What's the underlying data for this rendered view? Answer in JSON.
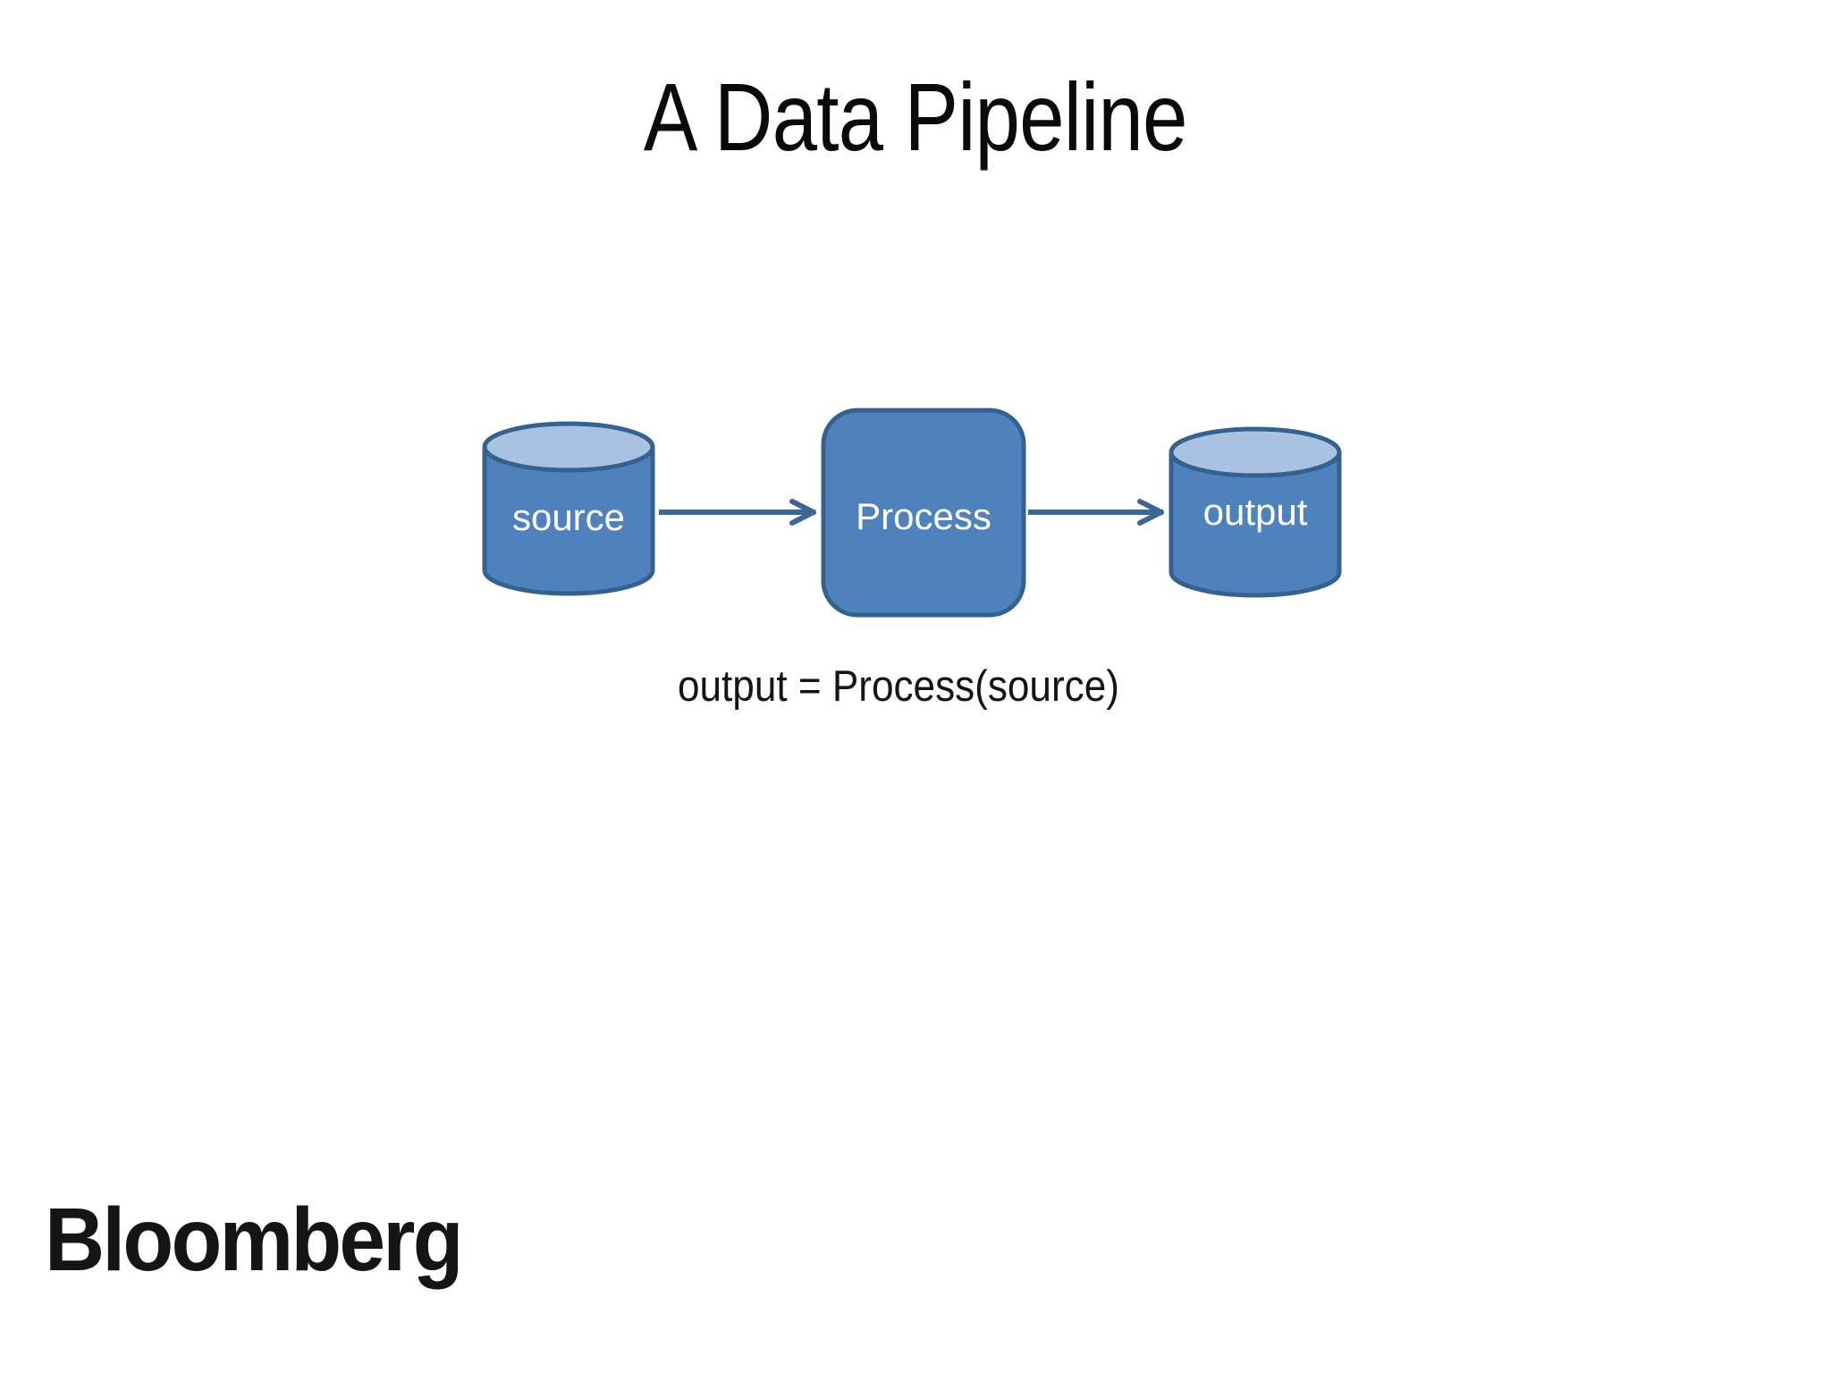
{
  "slide": {
    "title": "A Data Pipeline",
    "formula": "output = Process(source)",
    "brand": "Bloomberg"
  },
  "diagram": {
    "nodes": [
      {
        "id": "source",
        "shape": "cylinder",
        "label": "source"
      },
      {
        "id": "process",
        "shape": "rounded-rectangle",
        "label": "Process"
      },
      {
        "id": "output",
        "shape": "cylinder",
        "label": "output"
      }
    ],
    "edges": [
      {
        "from": "source",
        "to": "process"
      },
      {
        "from": "process",
        "to": "output"
      }
    ],
    "colors": {
      "node_fill": "#4F81BD",
      "node_stroke": "#35618F",
      "cylinder_top_fill": "#A9C2E1",
      "arrow": "#3D6596",
      "node_label": "#FFFFFF"
    }
  }
}
